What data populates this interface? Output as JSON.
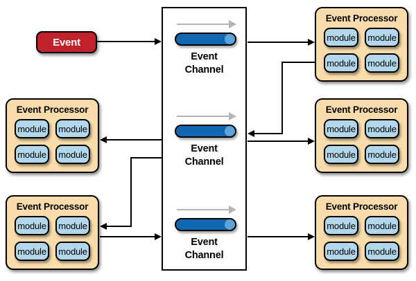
{
  "event_source": {
    "label": "Event"
  },
  "channels": [
    {
      "label": "Event\nChannel"
    },
    {
      "label": "Event\nChannel"
    },
    {
      "label": "Event\nChannel"
    }
  ],
  "processors": [
    {
      "position": "left-middle",
      "title": "Event Processor",
      "modules": [
        "module",
        "module",
        "module",
        "module"
      ]
    },
    {
      "position": "left-bottom",
      "title": "Event Processor",
      "modules": [
        "module",
        "module",
        "module",
        "module"
      ]
    },
    {
      "position": "right-top",
      "title": "Event Processor",
      "modules": [
        "module",
        "module",
        "module",
        "module"
      ]
    },
    {
      "position": "right-middle",
      "title": "Event Processor",
      "modules": [
        "module",
        "module",
        "module",
        "module"
      ]
    },
    {
      "position": "right-bottom",
      "title": "Event Processor",
      "modules": [
        "module",
        "module",
        "module",
        "module"
      ]
    }
  ],
  "colors": {
    "event_red": "#c1212b",
    "processor_tan": "#f8dcab",
    "module_blue": "#b3d7ea",
    "channel_blue": "#1168b2",
    "channel_cap_blue": "#5fa4d6",
    "flow_arrow_gray": "#b4b4b4",
    "connector_black": "#000000"
  }
}
